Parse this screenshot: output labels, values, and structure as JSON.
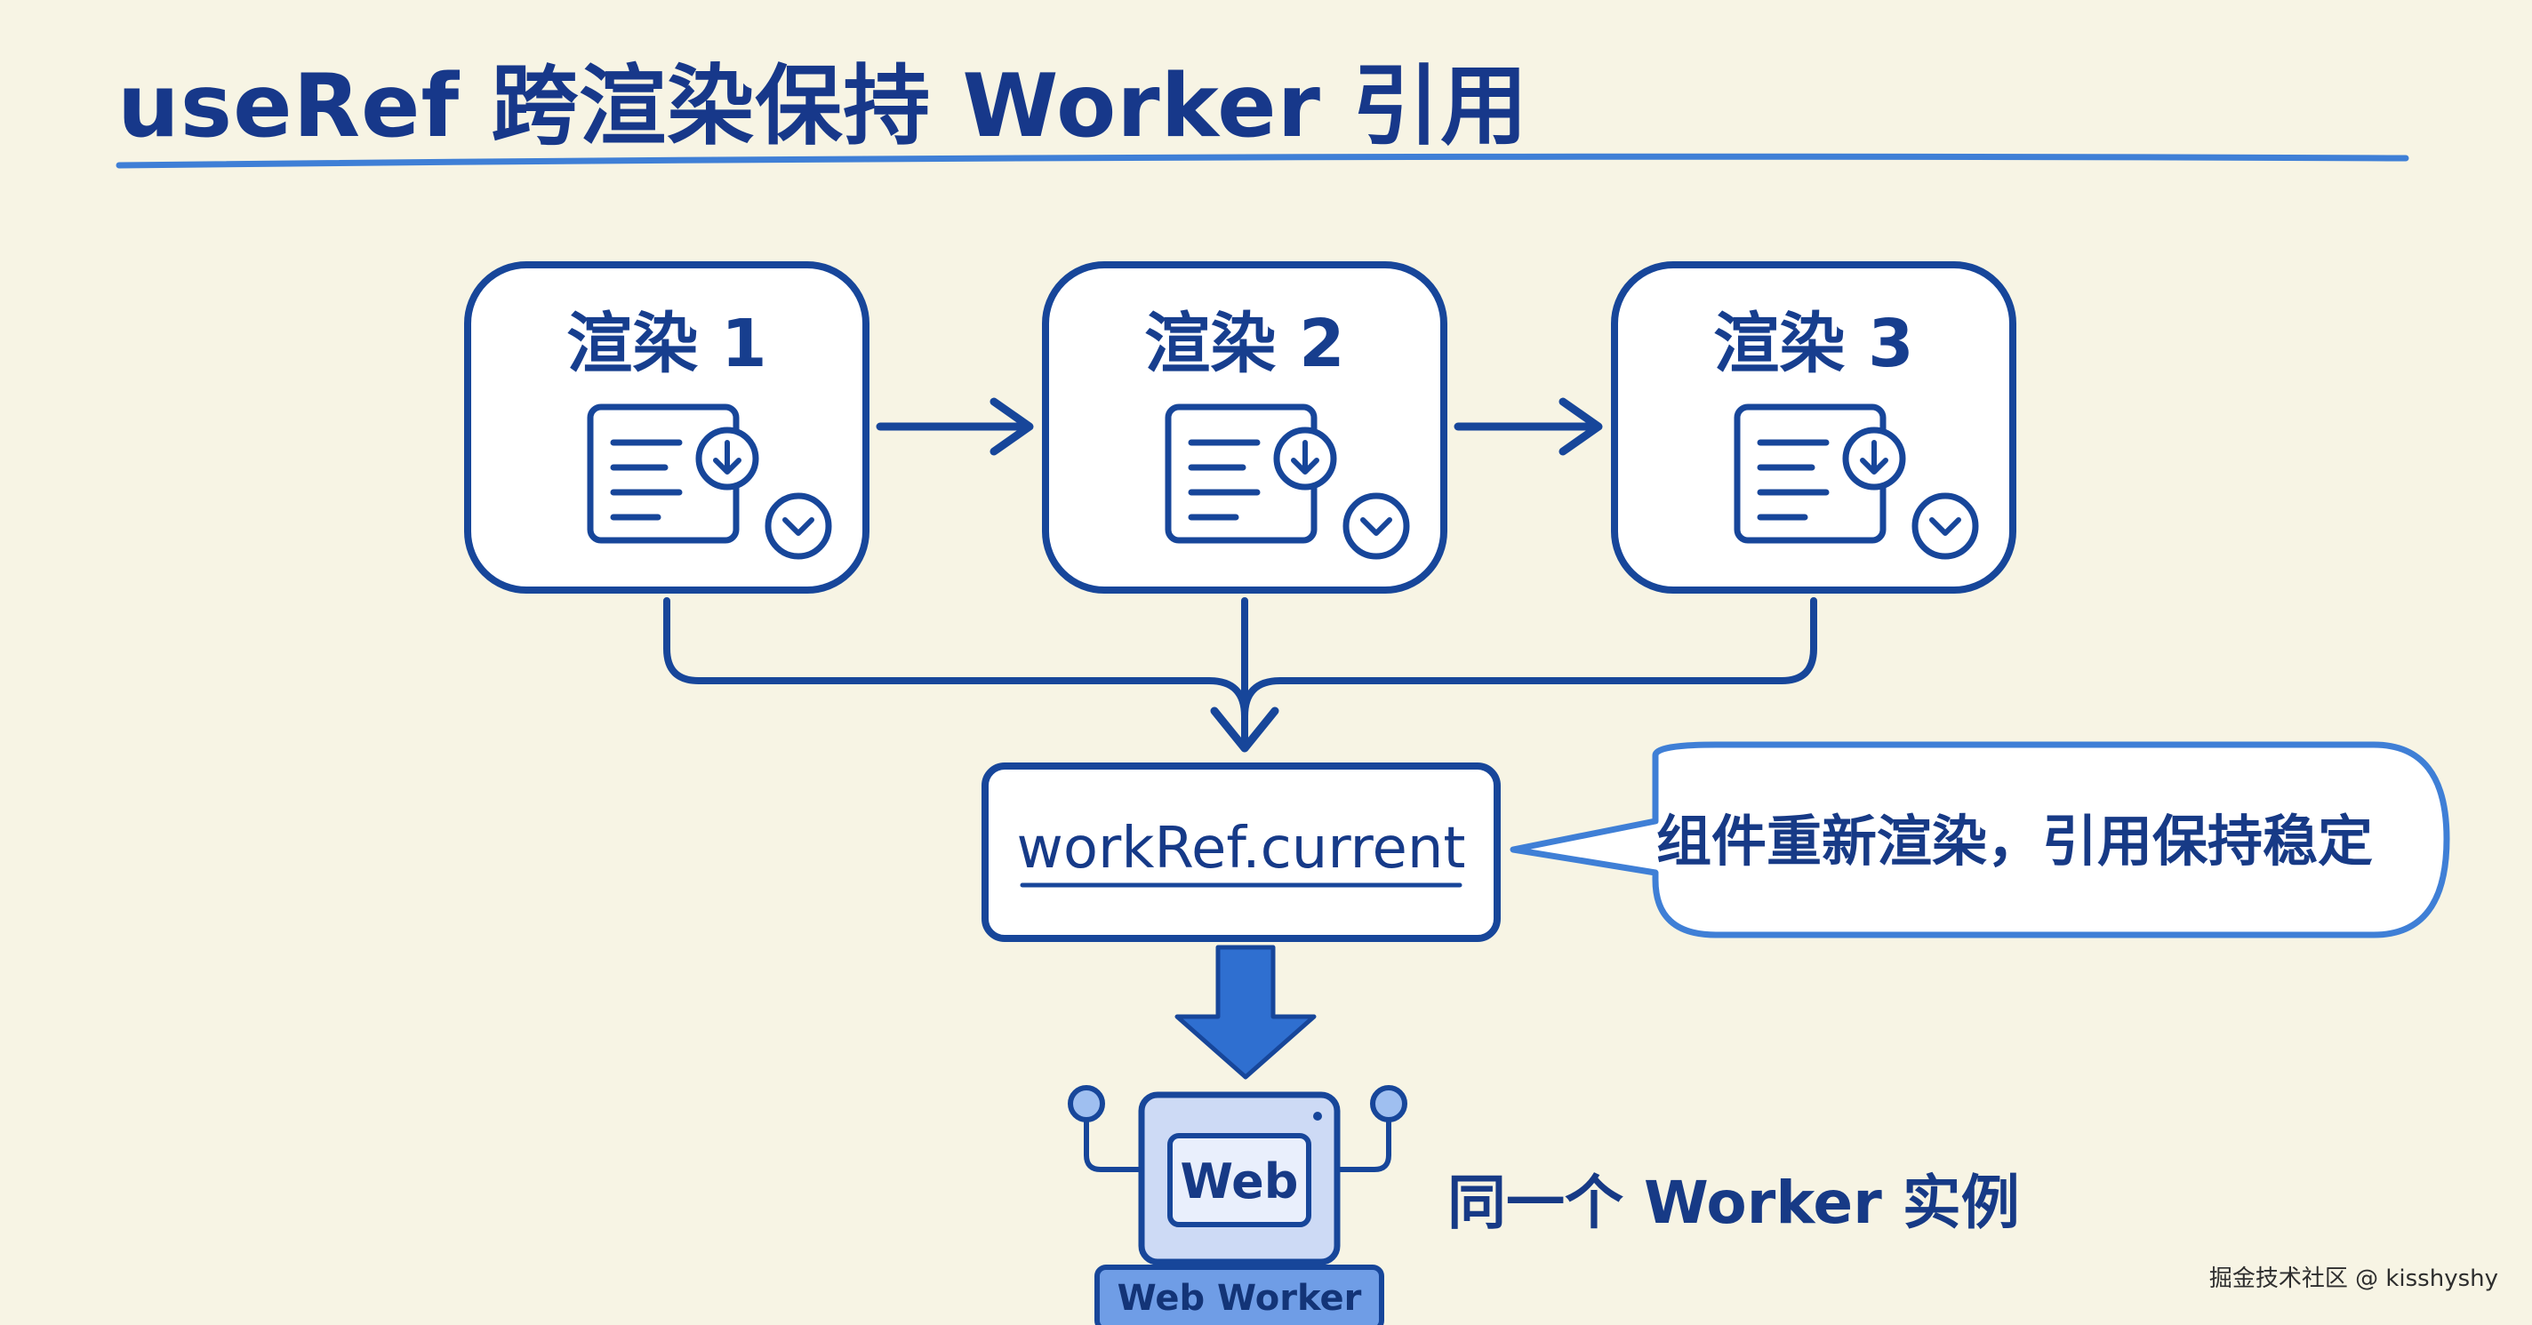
{
  "title": "useRef 跨渲染保持 Worker 引用",
  "renders": [
    {
      "label": "渲染 1"
    },
    {
      "label": "渲染 2"
    },
    {
      "label": "渲染 3"
    }
  ],
  "ref_node": {
    "label": "workRef.current"
  },
  "callout": {
    "text": "组件重新渲染，引用保持稳定"
  },
  "worker": {
    "screen_text": "Web",
    "badge": "Web Worker",
    "caption": "同一个 Worker 实例"
  },
  "watermark": "掘金技术社区 @ kisshyshy",
  "colors": {
    "background": "#f7f4e4",
    "stroke": "#17469a",
    "accent": "#3f7fd6",
    "box_fill": "#ffffff",
    "worker_fill": "#cddaf5"
  },
  "icons": [
    "document-download-icon",
    "download-circle-icon",
    "arrow-right-icon",
    "arrow-down-icon",
    "robot-icon"
  ]
}
